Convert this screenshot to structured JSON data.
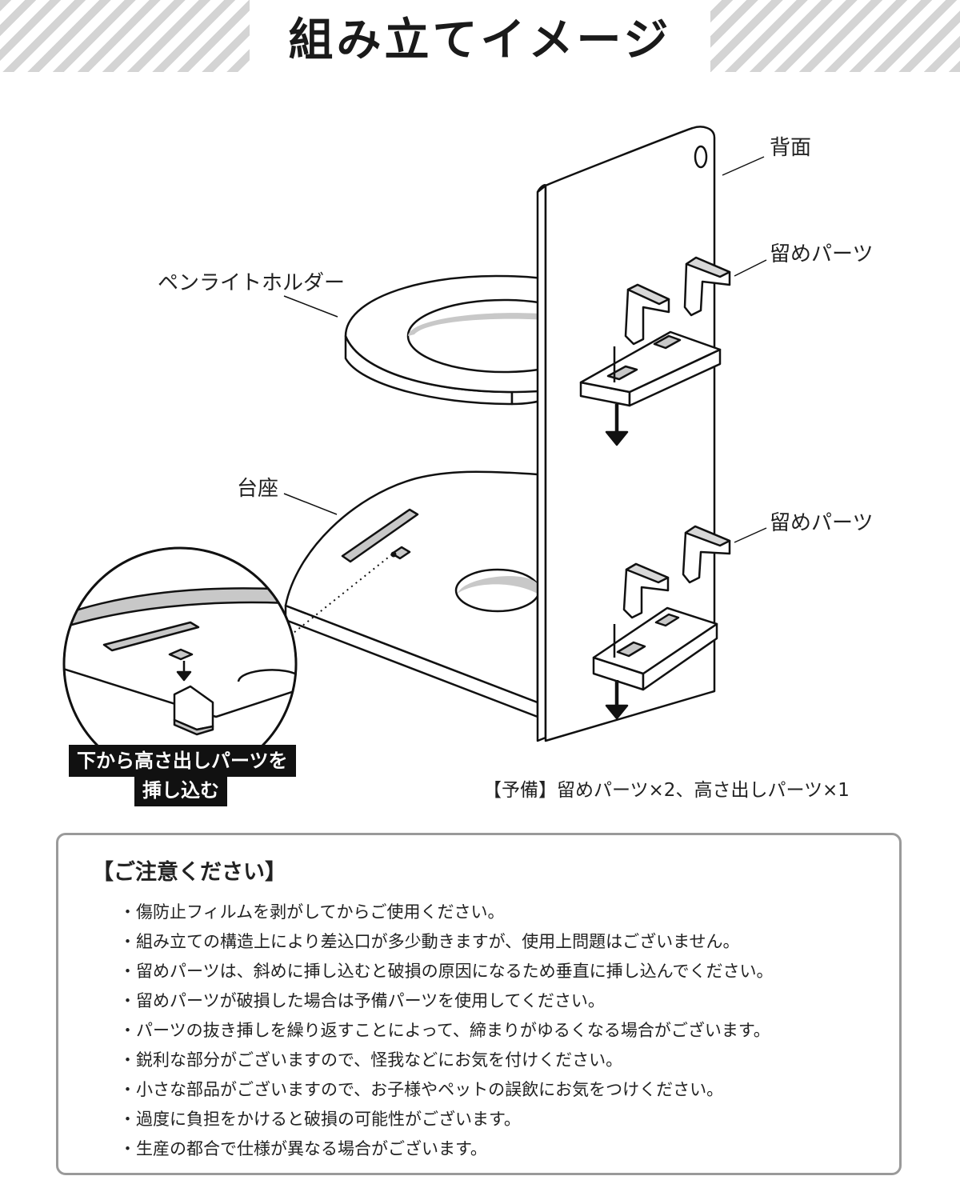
{
  "header": {
    "title": "組み立てイメージ"
  },
  "labels": {
    "back": "背面",
    "stopper_top": "留めパーツ",
    "stopper_bottom": "留めパーツ",
    "penlight_holder": "ペンライトホルダー",
    "base": "台座"
  },
  "callout": {
    "line1": "下から高さ出しパーツを",
    "line2": "挿し込む"
  },
  "spare_note": "【予備】留めパーツ×2、高さ出しパーツ×1",
  "notice": {
    "title": "【ご注意ください】",
    "items": [
      "・傷防止フィルムを剥がしてからご使用ください。",
      "・組み立ての構造上により差込口が多少動きますが、使用上問題はございません。",
      "・留めパーツは、斜めに挿し込むと破損の原因になるため垂直に挿し込んでください。",
      "・留めパーツが破損した場合は予備パーツを使用してください。",
      "・パーツの抜き挿しを繰り返すことによって、締まりがゆるくなる場合がございます。",
      "・鋭利な部分がございますので、怪我などにお気を付けください。",
      "・小さな部品がございますので、お子様やペットの誤飲にお気をつけください。",
      "・過度に負担をかけると破損の可能性がございます。",
      "・生産の都合で仕様が異なる場合がございます。"
    ]
  },
  "colors": {
    "stripe": "#d4d4d4",
    "outline": "#111111",
    "hole_fill": "#cfcfcf",
    "callout_bg": "#111111",
    "notice_border": "#9a9a9a"
  }
}
